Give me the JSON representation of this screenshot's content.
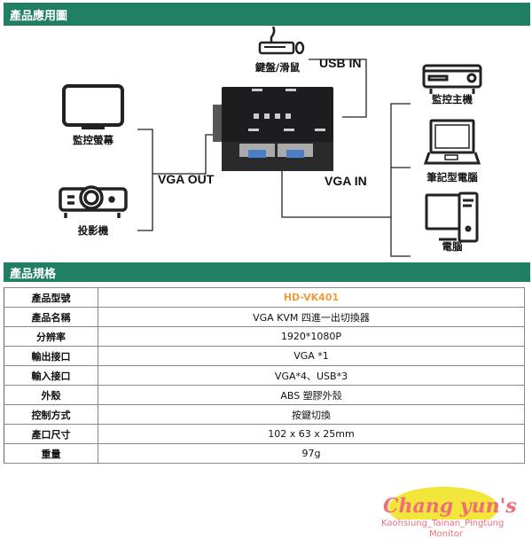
{
  "sections": {
    "application": "產品應用圖",
    "specs": "產品規格"
  },
  "diagram": {
    "keyboard_mouse": "鍵盤/滑鼠",
    "usb_in": "USB IN",
    "monitor": "監控螢幕",
    "projector": "投影機",
    "vga_out": "VGA OUT",
    "vga_in": "VGA IN",
    "dvr": "監控主機",
    "laptop": "筆記型電腦",
    "pc": "電腦"
  },
  "specs": [
    {
      "key": "產品型號",
      "value": "HD-VK401"
    },
    {
      "key": "產品名稱",
      "value": "VGA KVM 四進一出切換器"
    },
    {
      "key": "分辨率",
      "value": "1920*1080P"
    },
    {
      "key": "輸出接口",
      "value": "VGA *1"
    },
    {
      "key": "輸入接口",
      "value": "VGA*4、USB*3"
    },
    {
      "key": "外殼",
      "value": "ABS 塑膠外殼"
    },
    {
      "key": "控制方式",
      "value": "按鍵切換"
    },
    {
      "key": "產口尺寸",
      "value": "102 x 63 x 25mm"
    },
    {
      "key": "重量",
      "value": "97g"
    }
  ],
  "watermark": {
    "brand": "Chang yun's",
    "sub": "Kaohsiung_Tainan_Pingtung",
    "sub2": "Monitor"
  },
  "colors": {
    "green": "#207f63",
    "accent": "#f39a35"
  }
}
